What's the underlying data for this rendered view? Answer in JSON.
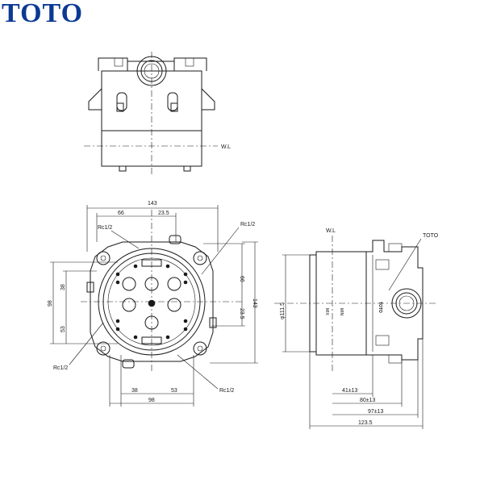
{
  "brand": {
    "logo_text": "TOTO"
  },
  "top_view": {
    "wl_label": "W.L"
  },
  "front_view": {
    "dim_top_total": "143",
    "dim_top_66": "66",
    "dim_top_23_5": "23.5",
    "dim_right_66": "66",
    "dim_right_23_5": "23.5",
    "dim_right_143": "143",
    "dim_left_98": "98",
    "dim_left_38": "38",
    "dim_left_53": "53",
    "dim_bottom_38": "38",
    "dim_bottom_53": "53",
    "dim_bottom_98": "98",
    "label_rc_top_left": "Rc1/2",
    "label_rc_top_right": "Rc1/2",
    "label_rc_bottom_left": "Rc1/2",
    "label_rc_bottom_right": "Rc1/2"
  },
  "side_view": {
    "wl_label": "W.L",
    "toto_label": "TOTO",
    "diameter": "φ111.5",
    "dim_41": "41±13",
    "dim_80": "80±13",
    "dim_97": "97±13",
    "dim_123": "123.5",
    "body_mark_mix": "MIX",
    "body_mark_min": "MIN",
    "body_mark_toto": "TOTO"
  }
}
